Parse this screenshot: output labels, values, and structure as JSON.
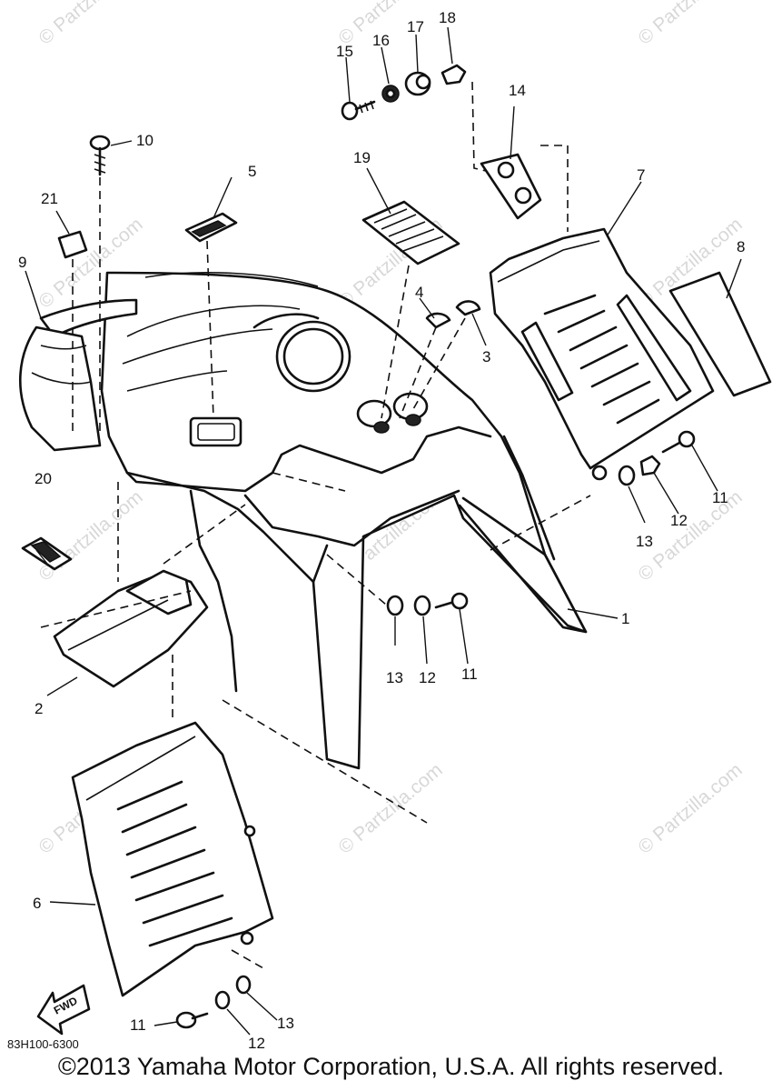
{
  "callouts": [
    {
      "id": "1",
      "label": "1"
    },
    {
      "id": "2",
      "label": "2"
    },
    {
      "id": "3",
      "label": "3"
    },
    {
      "id": "4",
      "label": "4"
    },
    {
      "id": "5",
      "label": "5"
    },
    {
      "id": "6",
      "label": "6"
    },
    {
      "id": "7",
      "label": "7"
    },
    {
      "id": "8",
      "label": "8"
    },
    {
      "id": "9",
      "label": "9"
    },
    {
      "id": "10",
      "label": "10"
    },
    {
      "id": "11a",
      "label": "11"
    },
    {
      "id": "11b",
      "label": "11"
    },
    {
      "id": "11c",
      "label": "11"
    },
    {
      "id": "12a",
      "label": "12"
    },
    {
      "id": "12b",
      "label": "12"
    },
    {
      "id": "12c",
      "label": "12"
    },
    {
      "id": "13a",
      "label": "13"
    },
    {
      "id": "13b",
      "label": "13"
    },
    {
      "id": "13c",
      "label": "13"
    },
    {
      "id": "14",
      "label": "14"
    },
    {
      "id": "15",
      "label": "15"
    },
    {
      "id": "16",
      "label": "16"
    },
    {
      "id": "17",
      "label": "17"
    },
    {
      "id": "18",
      "label": "18"
    },
    {
      "id": "19",
      "label": "19"
    },
    {
      "id": "20",
      "label": "20"
    },
    {
      "id": "21",
      "label": "21"
    }
  ],
  "drawing_code": "83H100-6300",
  "fwd_label": "FWD",
  "watermark_text": "© Partzilla.com",
  "copyright": "©2013 Yamaha Motor Corporation, U.S.A. All rights reserved."
}
